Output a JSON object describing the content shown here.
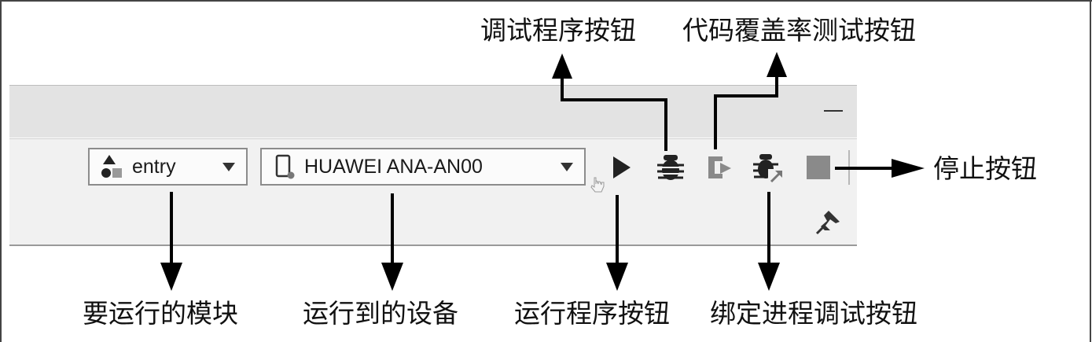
{
  "toolbar": {
    "module_selector": {
      "value": "entry"
    },
    "device_selector": {
      "value": "HUAWEI ANA-AN00"
    },
    "icons": [
      "module-icon",
      "device-icon",
      "run-icon",
      "debug-icon",
      "coverage-icon",
      "attach-debugger-icon",
      "stop-icon",
      "pin-icon",
      "minimize-icon"
    ]
  },
  "callouts": {
    "debug_button": "调试程序按钮",
    "coverage_button": "代码覆盖率测试按钮",
    "stop_button": "停止按钮",
    "module": "要运行的模块",
    "device": "运行到的设备",
    "run_button": "运行程序按钮",
    "attach_debug_button": "绑定进程调试按钮"
  },
  "colors": {
    "icon_dark": "#222222",
    "icon_gray": "#8a8a8a",
    "panel_bg": "#f1f1f1",
    "title_bg": "#e3e3e3"
  }
}
